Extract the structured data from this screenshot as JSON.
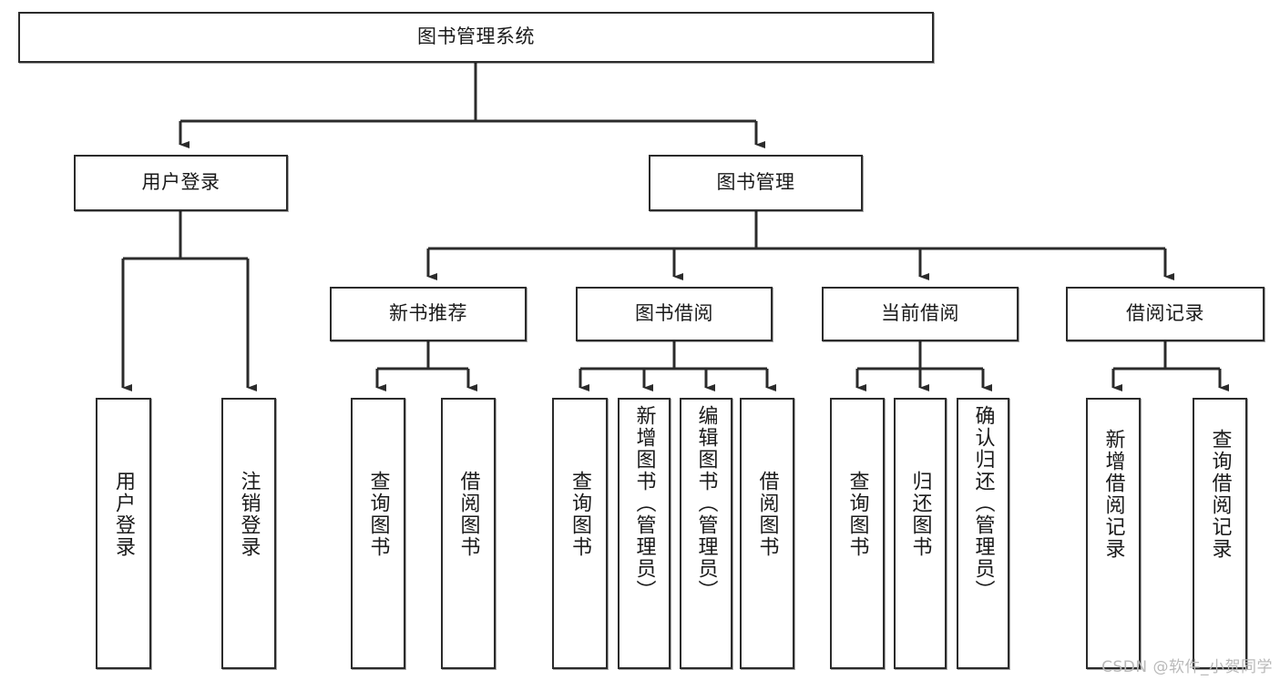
{
  "diagram": {
    "title": "图书管理系统",
    "watermark": "CSDN @软件_小贺同学",
    "line_color": "#2b2b2b",
    "box_border_color": "#2b2b2b",
    "box_fill": "#ffffff",
    "text_color": "#1a1a1a",
    "nodes": {
      "root": {
        "label": "图书管理系统"
      },
      "level2": [
        {
          "label": "用户登录"
        },
        {
          "label": "图书管理"
        }
      ],
      "level3": [
        {
          "label": "新书推荐"
        },
        {
          "label": "图书借阅"
        },
        {
          "label": "当前借阅"
        },
        {
          "label": "借阅记录"
        }
      ],
      "leaves": {
        "user_login": [
          {
            "label": "用户登录"
          },
          {
            "label": "注销登录"
          }
        ],
        "new_book_recommend": [
          {
            "label": "查询图书"
          },
          {
            "label": "借阅图书"
          }
        ],
        "book_borrow": [
          {
            "label": "查询图书"
          },
          {
            "label": "新增图书（管理员）"
          },
          {
            "label": "编辑图书（管理员）"
          },
          {
            "label": "借阅图书"
          }
        ],
        "current_borrow": [
          {
            "label": "查询图书"
          },
          {
            "label": "归还图书"
          },
          {
            "label": "确认归还（管理员）"
          }
        ],
        "borrow_records": [
          {
            "label": "新增借阅记录"
          },
          {
            "label": "查询借阅记录"
          }
        ]
      }
    }
  }
}
